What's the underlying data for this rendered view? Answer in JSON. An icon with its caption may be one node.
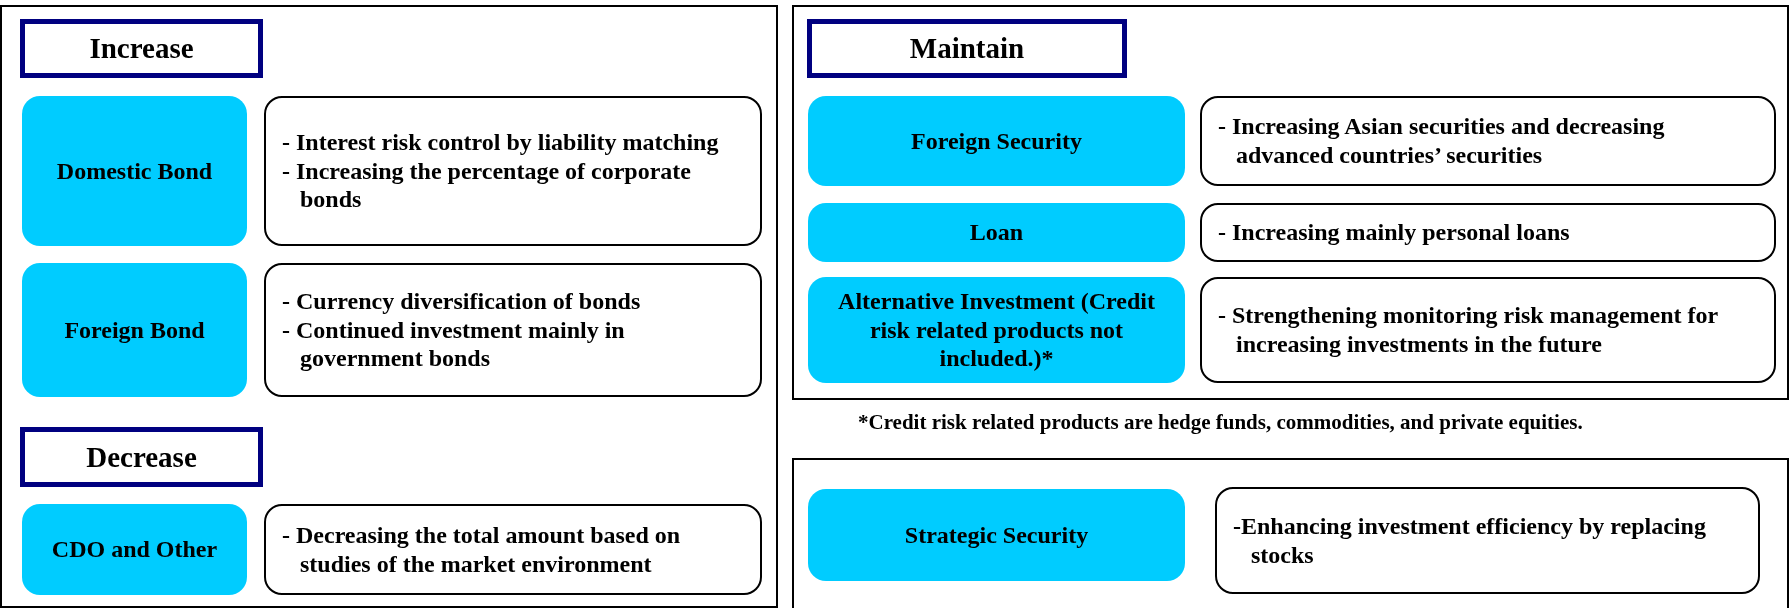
{
  "diagram": {
    "nodes": [
      {
        "text": [],
        "shape": "box"
      },
      {
        "text": [
          "Increase"
        ],
        "in": 0
      },
      {
        "text": [
          "Domestic Bond"
        ],
        "in": 0
      },
      {
        "text": [
          "- Interest risk control by liability matching",
          "- Increasing the percentage of corporate bonds"
        ],
        "in": 0
      },
      {
        "text": [
          "Foreign Bond"
        ],
        "in": 0
      },
      {
        "text": [
          "- Currency diversification of bonds",
          "- Continued investment mainly in government bonds"
        ],
        "in": 0
      },
      {
        "text": [
          "Decrease"
        ],
        "in": 0
      },
      {
        "text": [
          "CDO and Other"
        ],
        "in": 0
      },
      {
        "text": [
          "- Decreasing the total amount based on studies of the market environment"
        ],
        "in": 0
      },
      {
        "text": [],
        "shape": "box"
      },
      {
        "text": [
          "Maintain"
        ],
        "in": 9
      },
      {
        "text": [
          "Foreign Security"
        ],
        "in": 9
      },
      {
        "text": [
          "- Increasing Asian securities and decreasing advanced countries’ securities"
        ],
        "in": 9
      },
      {
        "text": [
          "Loan"
        ],
        "in": 9
      },
      {
        "text": [
          "- Increasing mainly personal loans"
        ],
        "in": 9
      },
      {
        "text": [
          "Alternative Investment (Credit risk related products not included.)*"
        ],
        "in": 9
      },
      {
        "text": [
          "- Strengthening monitoring risk management for increasing investments in the future"
        ],
        "in": 9
      },
      {
        "text": [],
        "shape": "box"
      },
      {
        "text": [
          "Strategic Security"
        ],
        "in": 17
      },
      {
        "text": [
          "-Enhancing investment efficiency by replacing stocks"
        ],
        "in": 17
      }
    ],
    "edges": [],
    "labels": [
      "*Credit risk related products are hedge funds, commodities, and private equities."
    ]
  }
}
